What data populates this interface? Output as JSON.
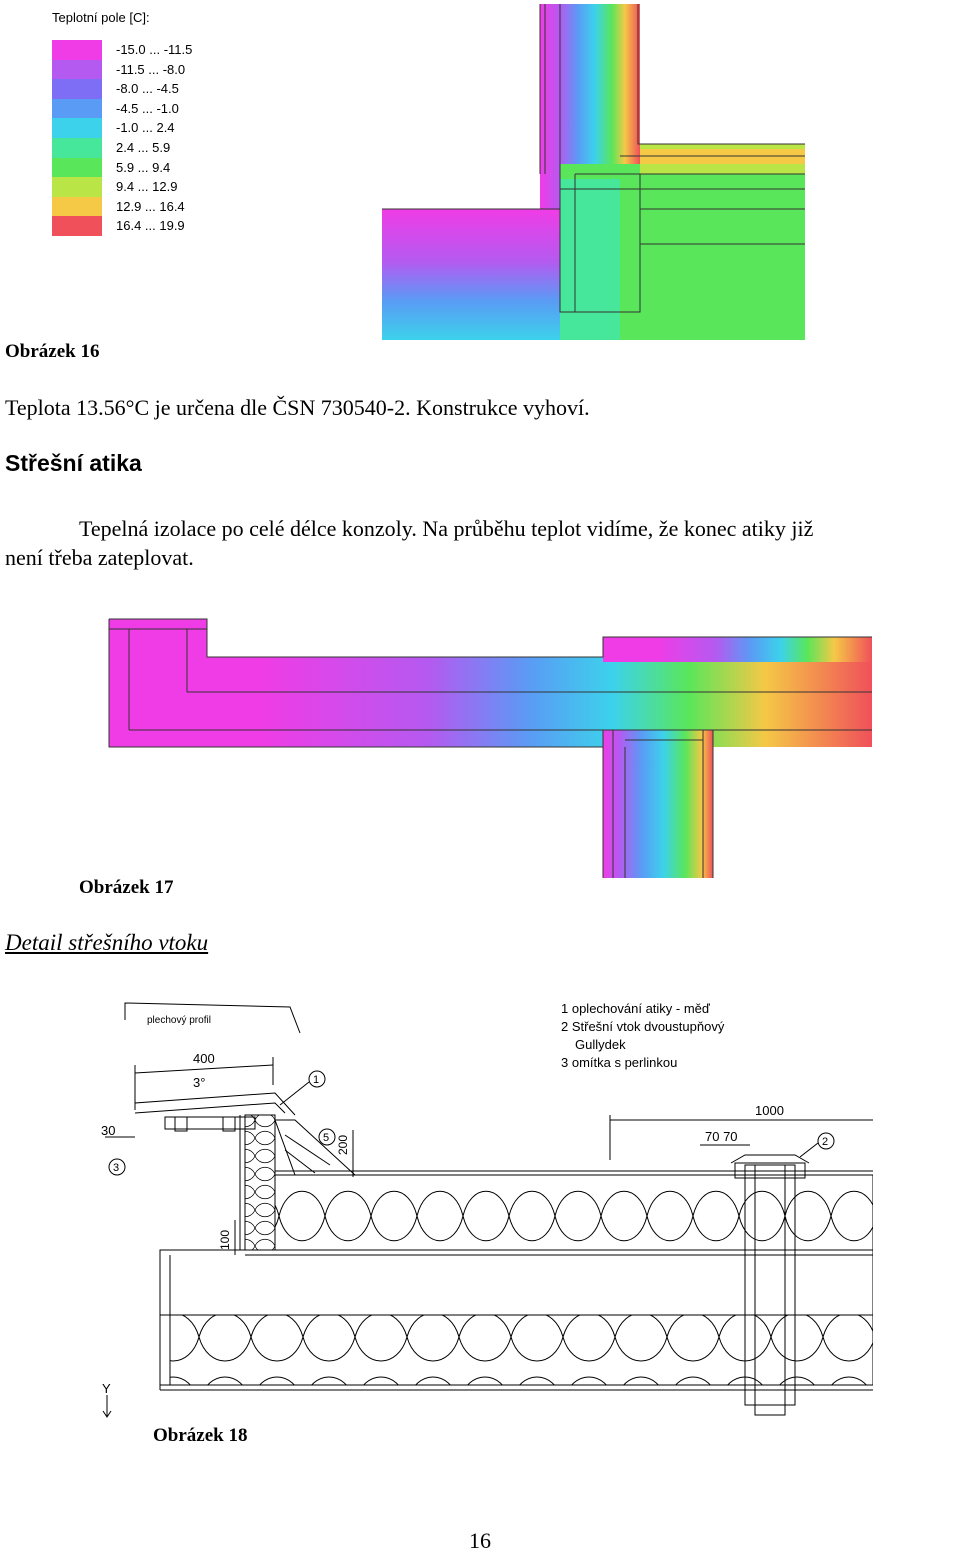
{
  "legend": {
    "title": "Teplotní pole [C]:",
    "items": [
      {
        "label": "-15.0 ... -11.5",
        "color": "#f03ce6"
      },
      {
        "label": "-11.5 ... -8.0",
        "color": "#b45af0"
      },
      {
        "label": "-8.0 ... -4.5",
        "color": "#7d6ef5"
      },
      {
        "label": "-4.5 ... -1.0",
        "color": "#5a9bf5"
      },
      {
        "label": "-1.0 ... 2.4",
        "color": "#3cd2eb"
      },
      {
        "label": "2.4 ... 5.9",
        "color": "#46e69b"
      },
      {
        "label": "5.9 ... 9.4",
        "color": "#5ae65a"
      },
      {
        "label": "9.4 ... 12.9",
        "color": "#b9e646"
      },
      {
        "label": "12.9 ... 16.4",
        "color": "#f5c846"
      },
      {
        "label": "16.4 ... 19.9",
        "color": "#f0505a"
      }
    ]
  },
  "figure16": {
    "caption": "Obrázek 16"
  },
  "paragraph1": "Teplota 13.56°C je určena dle ČSN 730540-2. Konstrukce vyhoví.",
  "section": {
    "heading": "Střešní atika",
    "paragraph_line1": "Tepelná izolace po celé délce konzoly. Na průběhu teplot vidíme, že konec atiky již",
    "paragraph_line2": "není třeba zateplovat."
  },
  "figure17": {
    "caption": "Obrázek 17"
  },
  "detail_heading": "Detail střešního vtoku",
  "drawing": {
    "sheet_label": "plechový profil",
    "legend_lines": [
      "1 oplechování atiky - měď",
      "2 Střešní vtok dvoustupňový",
      "Gullydek",
      "3 omítka s perlinkou"
    ],
    "dim_400": "400",
    "dim_slope": "3°",
    "dim_30": "30",
    "dim_200": "200",
    "dim_100": "100",
    "dim_1000": "1000",
    "dim_70_70": "70 70",
    "marker_1": "1",
    "marker_2": "2",
    "marker_3": "3",
    "marker_5": "5",
    "axis_y": "Y"
  },
  "figure18": {
    "caption": "Obrázek 18"
  },
  "page_number": "16"
}
